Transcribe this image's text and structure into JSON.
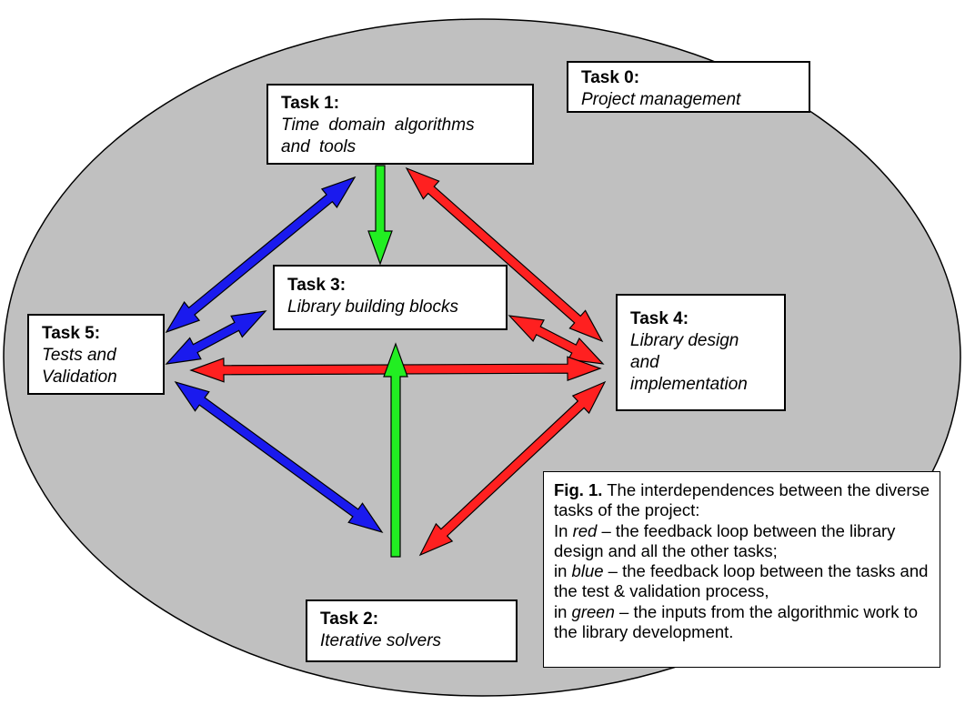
{
  "colors": {
    "ellipse": "#c0c0c0",
    "red": "#ff2020",
    "blue": "#1a1aee",
    "green": "#22ee22"
  },
  "tasks": {
    "t0": {
      "title": "Task 0:",
      "desc": "Project management"
    },
    "t1": {
      "title": "Task 1:",
      "desc": "Time domain algorithms\nand tools"
    },
    "t2": {
      "title": "Task 2:",
      "desc": "Iterative solvers"
    },
    "t3": {
      "title": "Task 3:",
      "desc": "Library building blocks"
    },
    "t4": {
      "title": "Task 4:",
      "desc": "Library design\n and\nimplementation"
    },
    "t5": {
      "title": "Task 5:",
      "desc": "Tests and\nValidation"
    }
  },
  "caption": {
    "label": "Fig. 1.",
    "l1": " The interdependences between the diverse tasks of the project:",
    "in1": "In ",
    "red": "red",
    "l2": " – the feedback loop between the library design and all the other tasks;",
    "in2": "in ",
    "blue": "blue",
    "l3": " – the feedback loop between the tasks and the test & validation process,",
    "in3": "in ",
    "green": "green",
    "l4": " – the inputs from the algorithmic work to the library development."
  }
}
